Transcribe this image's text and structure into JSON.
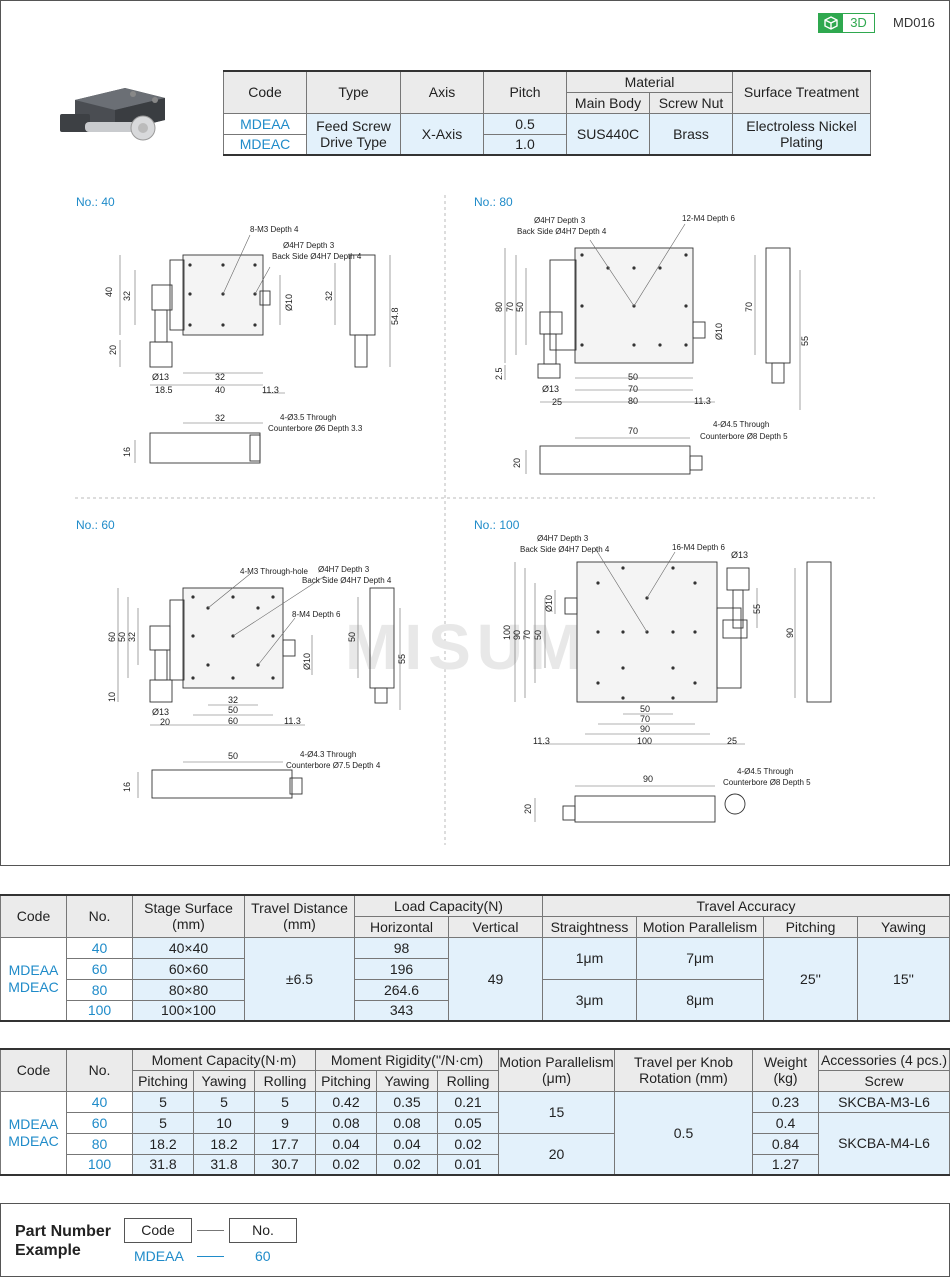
{
  "header": {
    "badge_3d": "3D",
    "page_code": "MD016"
  },
  "spec_table": {
    "headers": {
      "code": "Code",
      "type": "Type",
      "axis": "Axis",
      "pitch": "Pitch",
      "material": "Material",
      "main_body": "Main Body",
      "screw_nut": "Screw Nut",
      "surface": "Surface Treatment"
    },
    "codes": [
      "MDEAA",
      "MDEAC"
    ],
    "type": "Feed Screw Drive Type",
    "axis": "X-Axis",
    "pitches": [
      "0.5",
      "1.0"
    ],
    "main_body": "SUS440C",
    "screw_nut": "Brass",
    "surface": "Electroless Nickel Plating"
  },
  "drawings": {
    "no40": {
      "label": "No.: 40",
      "notes": [
        "8-M3 Depth 4",
        "Ø4H7 Depth 3",
        "Back Side Ø4H7 Depth 4",
        "4-Ø3.5 Through",
        "Counterbore Ø6 Depth 3.3"
      ],
      "dims": [
        "40",
        "32",
        "20",
        "Ø13",
        "18.5",
        "32",
        "40",
        "11.3",
        "Ø10",
        "32",
        "54.8",
        "32",
        "16"
      ]
    },
    "no80": {
      "label": "No.: 80",
      "notes": [
        "Ø4H7 Depth 3",
        "Back Side Ø4H7 Depth 4",
        "12-M4 Depth 6",
        "4-Ø4.5 Through",
        "Counterbore Ø8 Depth 5"
      ],
      "dims": [
        "80",
        "70",
        "50",
        "2.5",
        "Ø13",
        "25",
        "50",
        "70",
        "80",
        "11.3",
        "Ø10",
        "70",
        "55",
        "70",
        "20"
      ]
    },
    "no60": {
      "label": "No.: 60",
      "notes": [
        "4-M3 Through-hole",
        "Ø4H7 Depth 3",
        "Back Side Ø4H7 Depth 4",
        "8-M4 Depth 6",
        "4-Ø4.3 Through",
        "Counterbore Ø7.5 Depth 4"
      ],
      "dims": [
        "60",
        "50",
        "32",
        "10",
        "Ø13",
        "20",
        "32",
        "50",
        "60",
        "11.3",
        "Ø10",
        "50",
        "55",
        "50",
        "16"
      ]
    },
    "no100": {
      "label": "No.: 100",
      "notes": [
        "Ø4H7 Depth 3",
        "Back Side Ø4H7 Depth 4",
        "16-M4 Depth 6",
        "4-Ø4.5 Through",
        "Counterbore Ø8 Depth 5"
      ],
      "dims": [
        "Ø13",
        "100",
        "90",
        "70",
        "50",
        "Ø10",
        "55",
        "50",
        "70",
        "90",
        "100",
        "11.3",
        "25",
        "90",
        "90",
        "20"
      ]
    }
  },
  "watermark": "MISUMI",
  "perf_table": {
    "headers": {
      "code": "Code",
      "no": "No.",
      "stage": "Stage Surface (mm)",
      "travel": "Travel Distance (mm)",
      "load": "Load Capacity(N)",
      "horizontal": "Horizontal",
      "vertical": "Vertical",
      "accuracy": "Travel Accuracy",
      "straightness": "Straightness",
      "motion_parallelism": "Motion Parallelism",
      "pitching": "Pitching",
      "yawing": "Yawing"
    },
    "codes": [
      "MDEAA",
      "MDEAC"
    ],
    "rows": [
      {
        "no": "40",
        "stage": "40×40",
        "horizontal": "98"
      },
      {
        "no": "60",
        "stage": "60×60",
        "horizontal": "196"
      },
      {
        "no": "80",
        "stage": "80×80",
        "horizontal": "264.6"
      },
      {
        "no": "100",
        "stage": "100×100",
        "horizontal": "343"
      }
    ],
    "travel": "±6.5",
    "vertical": "49",
    "straightness": [
      "1μm",
      "3μm"
    ],
    "motion_parallelism": [
      "7μm",
      "8μm"
    ],
    "pitching": "25''",
    "yawing": "15''"
  },
  "moment_table": {
    "headers": {
      "code": "Code",
      "no": "No.",
      "moment_capacity": "Moment Capacity(N·m)",
      "moment_rigidity": "Moment Rigidity(''/N·cm)",
      "pitching": "Pitching",
      "yawing": "Yawing",
      "rolling": "Rolling",
      "motion_parallelism": "Motion Parallelism (μm)",
      "travel_per_knob": "Travel per Knob Rotation (mm)",
      "weight": "Weight (kg)",
      "accessories": "Accessories (4 pcs.)",
      "screw": "Screw"
    },
    "codes": [
      "MDEAA",
      "MDEAC"
    ],
    "rows": [
      {
        "no": "40",
        "mc_pitch": "5",
        "mc_yaw": "5",
        "mc_roll": "5",
        "mr_pitch": "0.42",
        "mr_yaw": "0.35",
        "mr_roll": "0.21",
        "weight": "0.23"
      },
      {
        "no": "60",
        "mc_pitch": "5",
        "mc_yaw": "10",
        "mc_roll": "9",
        "mr_pitch": "0.08",
        "mr_yaw": "0.08",
        "mr_roll": "0.05",
        "weight": "0.4"
      },
      {
        "no": "80",
        "mc_pitch": "18.2",
        "mc_yaw": "18.2",
        "mc_roll": "17.7",
        "mr_pitch": "0.04",
        "mr_yaw": "0.04",
        "mr_roll": "0.02",
        "weight": "0.84"
      },
      {
        "no": "100",
        "mc_pitch": "31.8",
        "mc_yaw": "31.8",
        "mc_roll": "30.7",
        "mr_pitch": "0.02",
        "mr_yaw": "0.02",
        "mr_roll": "0.01",
        "weight": "1.27"
      }
    ],
    "motion_parallelism": [
      "15",
      "20"
    ],
    "travel_per_knob": "0.5",
    "screws": [
      "SKCBA-M3-L6",
      "SKCBA-M4-L6"
    ]
  },
  "part_number": {
    "title_line1": "Part Number",
    "title_line2": "Example",
    "code_box": "Code",
    "no_box": "No.",
    "example_code": "MDEAA",
    "example_no": "60"
  }
}
